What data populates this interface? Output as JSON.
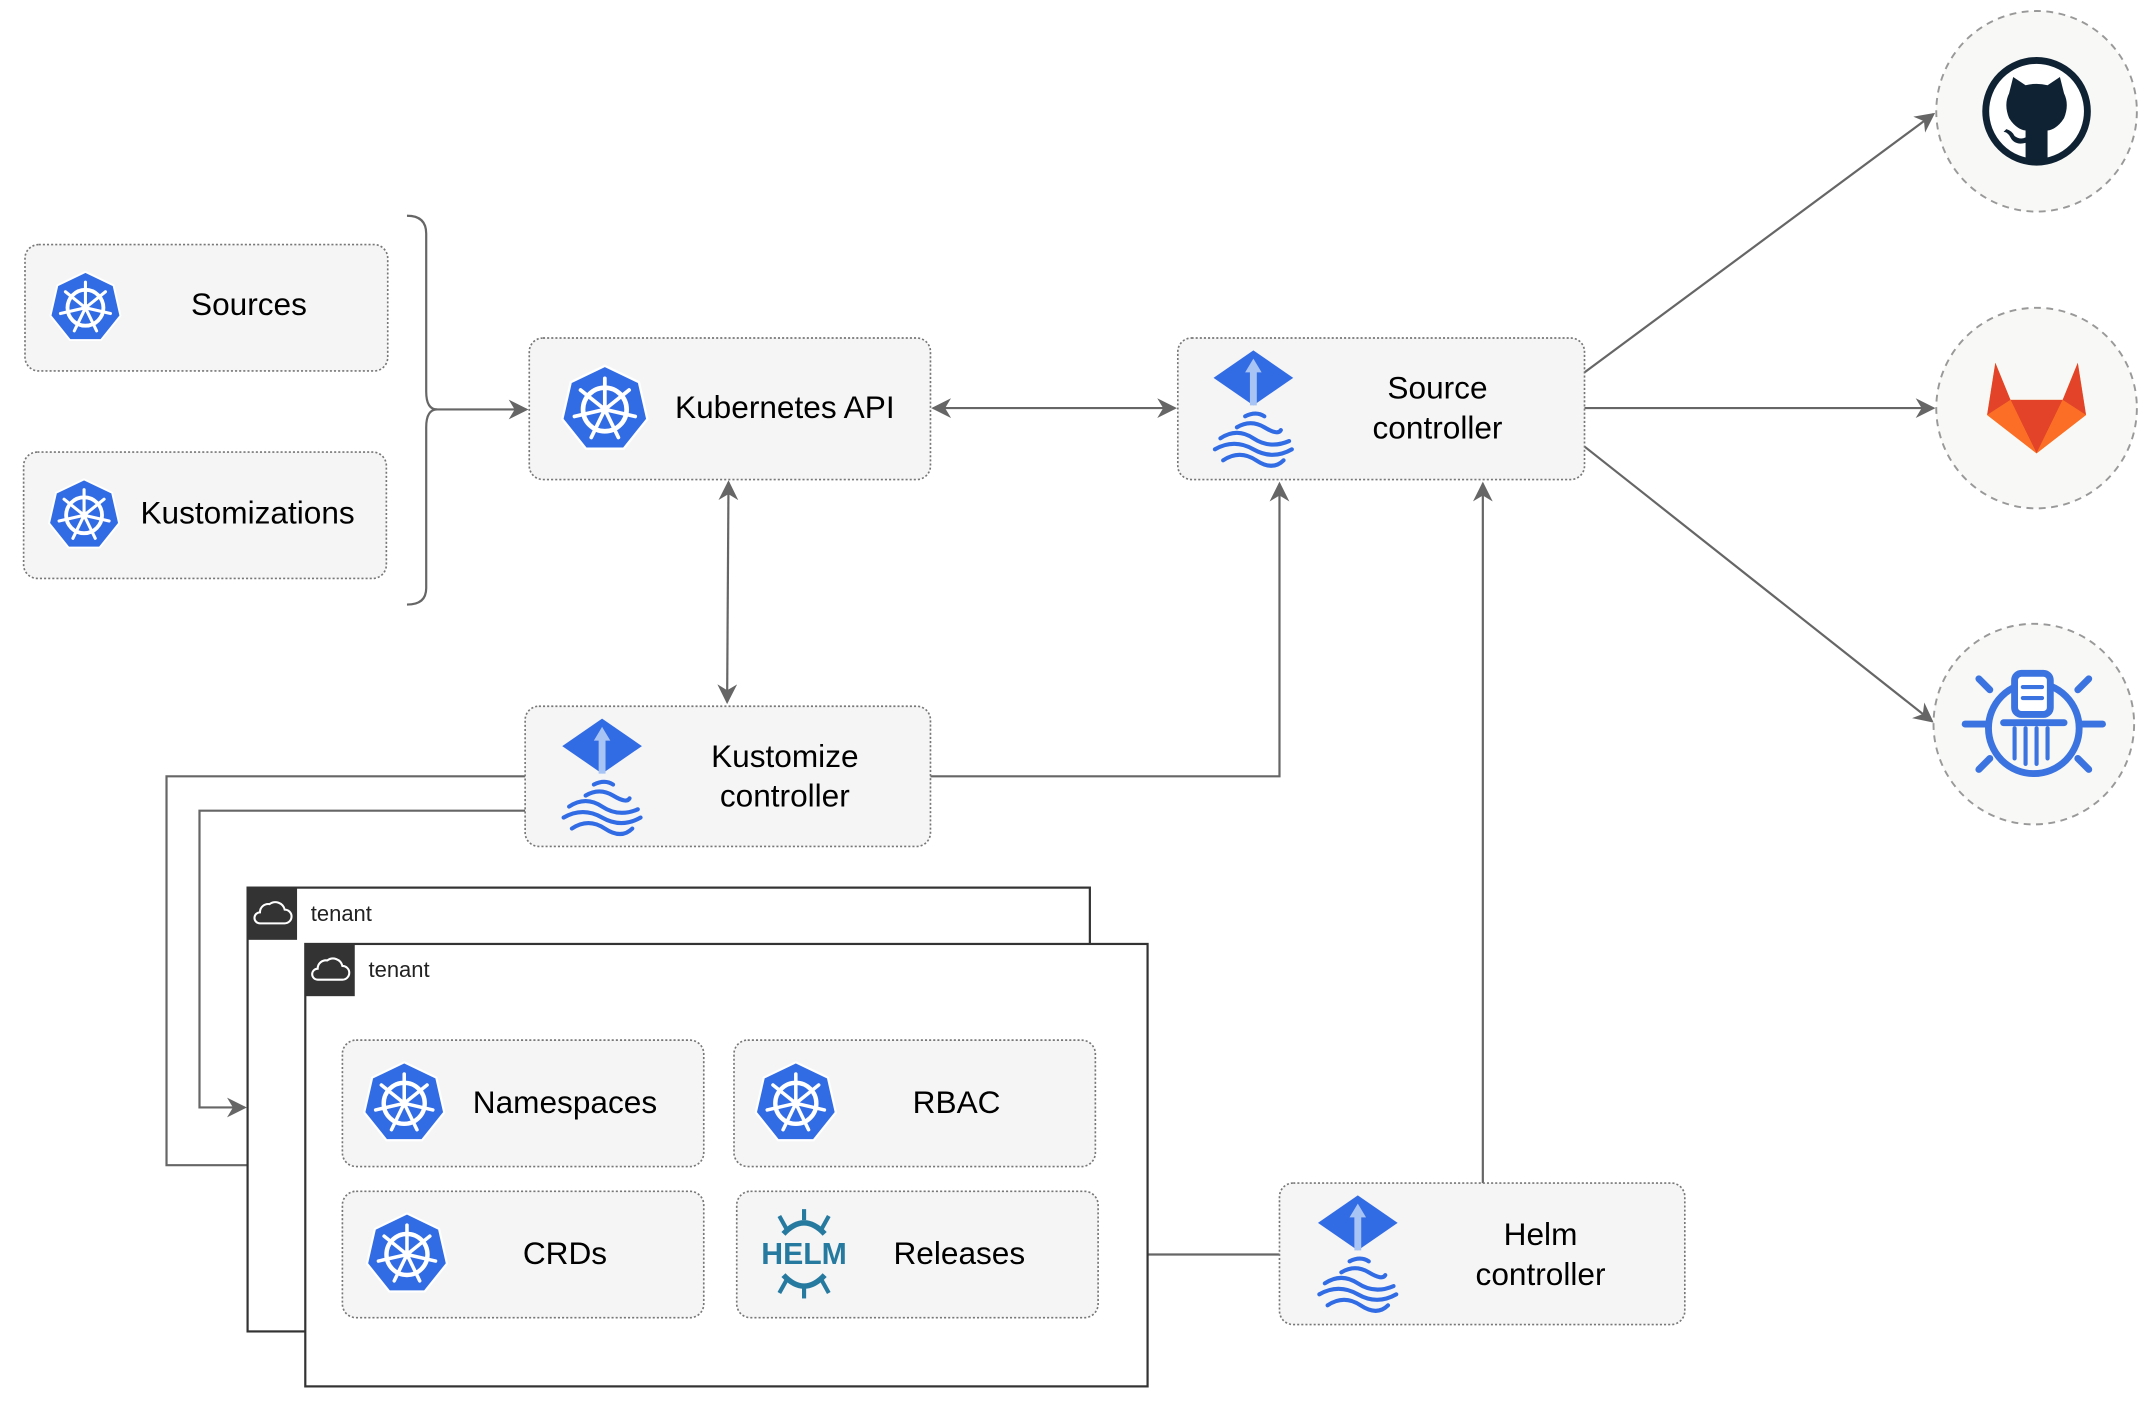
{
  "nodes": {
    "sources": "Sources",
    "kustomizations": "Kustomizations",
    "kubernetes_api": "Kubernetes API",
    "source_controller": [
      "Source",
      "controller"
    ],
    "kustomize_controller": [
      "Kustomize",
      "controller"
    ],
    "helm_controller": [
      "Helm",
      "controller"
    ],
    "namespaces": "Namespaces",
    "rbac": "RBAC",
    "crds": "CRDs",
    "releases": "Releases"
  },
  "tenants": [
    "tenant",
    "tenant"
  ],
  "helm_logo_text": "HELM",
  "external_sources": [
    "github-icon",
    "gitlab-icon",
    "harbor-icon"
  ],
  "colors": {
    "kubernetes_blue": "#326ce5",
    "helm_teal": "#277a9f",
    "gitlab_orange": "#e24329",
    "github_dark": "#0f2233",
    "edge_gray": "#666666",
    "box_fill": "#f5f5f5"
  }
}
